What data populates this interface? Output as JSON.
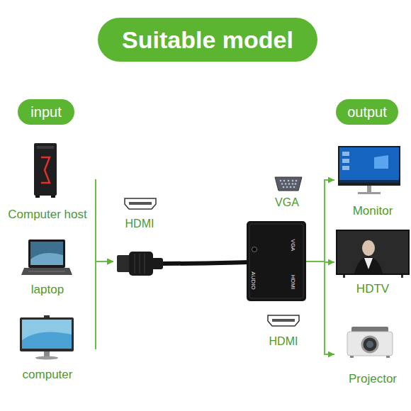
{
  "diagram": {
    "title": "Suitable model",
    "nodes": [
      {
        "text": [
          "input"
        ]
      },
      {
        "text": [
          "output"
        ]
      },
      {
        "text": [
          "Computer host"
        ]
      },
      {
        "text": [
          "laptop"
        ]
      },
      {
        "text": [
          "computer"
        ]
      },
      {
        "text": [
          "AUDIO",
          "VGA",
          "HDMI"
        ]
      },
      {
        "text": [
          "Monitor"
        ]
      },
      {
        "text": [
          "HDTV"
        ]
      },
      {
        "text": [
          "Projector"
        ]
      }
    ],
    "edges": [
      {
        "from": 2,
        "to": 5,
        "arrow": "to"
      },
      {
        "from": 3,
        "to": 5,
        "arrow": "to"
      },
      {
        "from": 4,
        "to": 5,
        "arrow": "to"
      },
      {
        "from": 5,
        "to": 6,
        "arrow": "to"
      },
      {
        "from": 5,
        "to": 7,
        "arrow": "to"
      },
      {
        "from": 5,
        "to": 8,
        "arrow": "to"
      }
    ],
    "labels": [
      "HDMI",
      "VGA",
      "HDMI"
    ]
  }
}
